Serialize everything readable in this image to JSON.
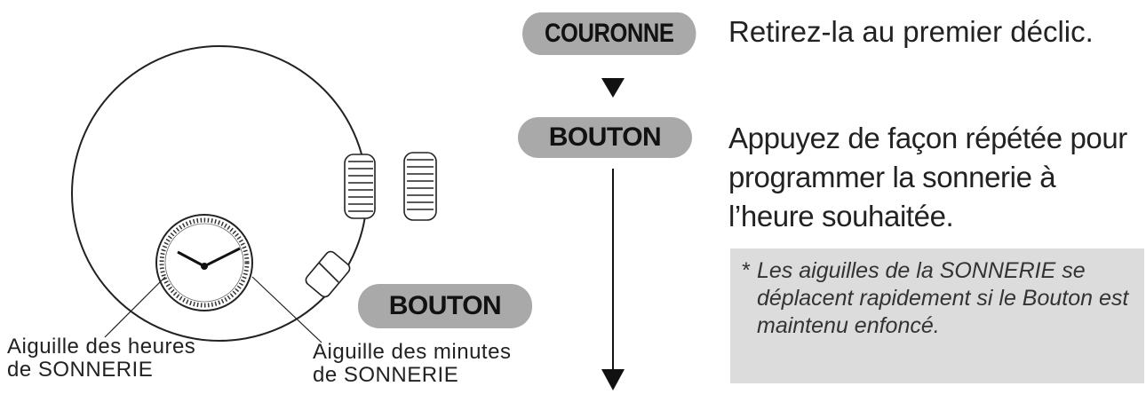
{
  "flow": {
    "step1_pill": "COURONNE",
    "step1_text": "Retirez-la au premier déclic.",
    "step2_pill": "BOUTON",
    "step2_text": "Appuyez de façon répétée pour programmer la sonnerie à l’heure souhaitée."
  },
  "watch": {
    "button_label": "BOUTON",
    "hour_hand_label_line1": "Aiguille des heures",
    "hour_hand_label_line2": "de SONNERIE",
    "minute_hand_label_line1": "Aiguille des minutes",
    "minute_hand_label_line2": "de SONNERIE"
  },
  "note": {
    "star": "*",
    "text": "Les aiguilles de la SONNERIE se déplacent rapidement si le Bouton est maintenu enfoncé."
  },
  "colors": {
    "pill": "#a9a9a9",
    "note_bg": "#dcdcdc",
    "ink": "#1a1a1a"
  }
}
